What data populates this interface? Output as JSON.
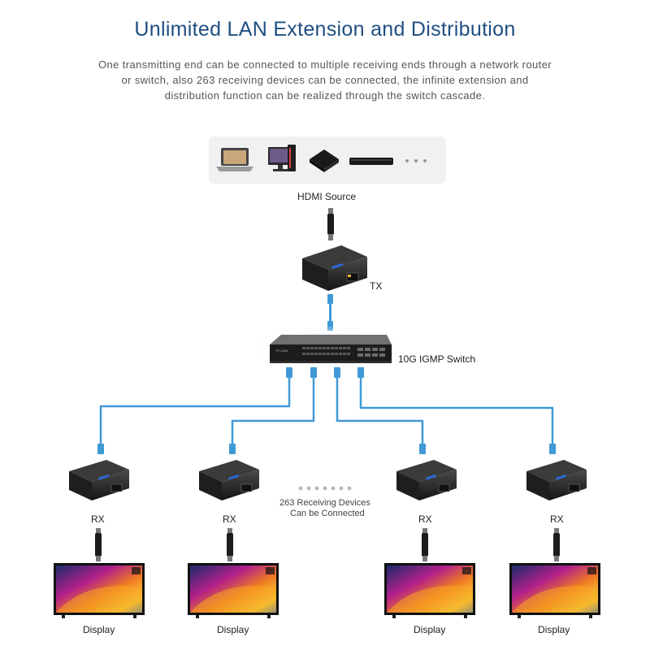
{
  "title": "Unlimited LAN Extension and Distribution",
  "description": "One transmitting end can be connected to multiple receiving ends through a network router or switch, also 263 receiving devices can be connected, the infinite extension and distribution function can be realized through the switch cascade.",
  "labels": {
    "source": "HDMI Source",
    "tx": "TX",
    "switch": "10G IGMP Switch",
    "rx": "RX",
    "receiving_line1": "263 Receiving Devices",
    "receiving_line2": "Can be Connected",
    "display": "Display"
  },
  "icons": [
    "laptop-icon",
    "desktop-computer-icon",
    "tv-box-icon",
    "set-top-box-icon",
    "more-dots-icon"
  ],
  "colors": {
    "title": "#1f4f82",
    "cable_blue": "#3f9ad6",
    "device_dark": "#2a2a2a",
    "panel": "#f1f1f1"
  }
}
